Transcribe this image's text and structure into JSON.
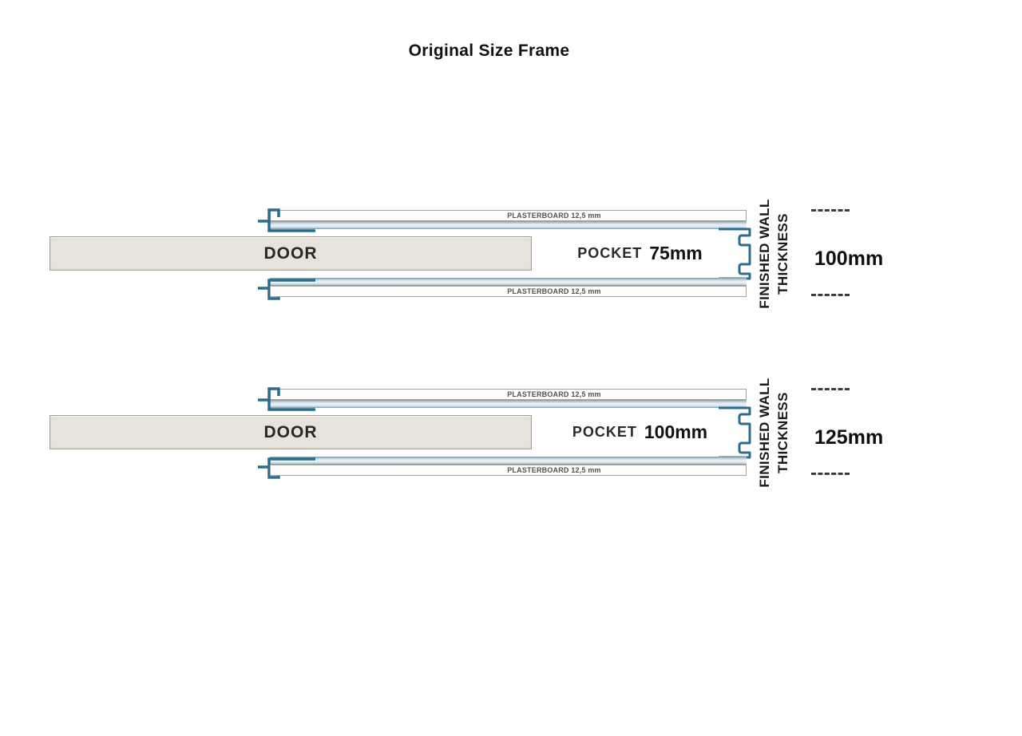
{
  "title": "Original Size Frame",
  "colors": {
    "frame_blue": "#2b6c8e",
    "track_fill": "#d9e7ef",
    "door_fill": "#e6e3da",
    "text": "#1c1c1c"
  },
  "diagrams": [
    {
      "plasterboard_top": "PLASTERBOARD 12,5 mm",
      "plasterboard_bottom": "PLASTERBOARD 12,5 mm",
      "door_label": "DOOR",
      "pocket_word": "POCKET",
      "pocket_size": "75mm",
      "wall_label_line1": "FINISHED WALL",
      "wall_label_line2": "THICKNESS",
      "wall_thickness": "100mm"
    },
    {
      "plasterboard_top": "PLASTERBOARD 12,5 mm",
      "plasterboard_bottom": "PLASTERBOARD 12,5 mm",
      "door_label": "DOOR",
      "pocket_word": "POCKET",
      "pocket_size": "100mm",
      "wall_label_line1": "FINISHED WALL",
      "wall_label_line2": "THICKNESS",
      "wall_thickness": "125mm"
    }
  ]
}
